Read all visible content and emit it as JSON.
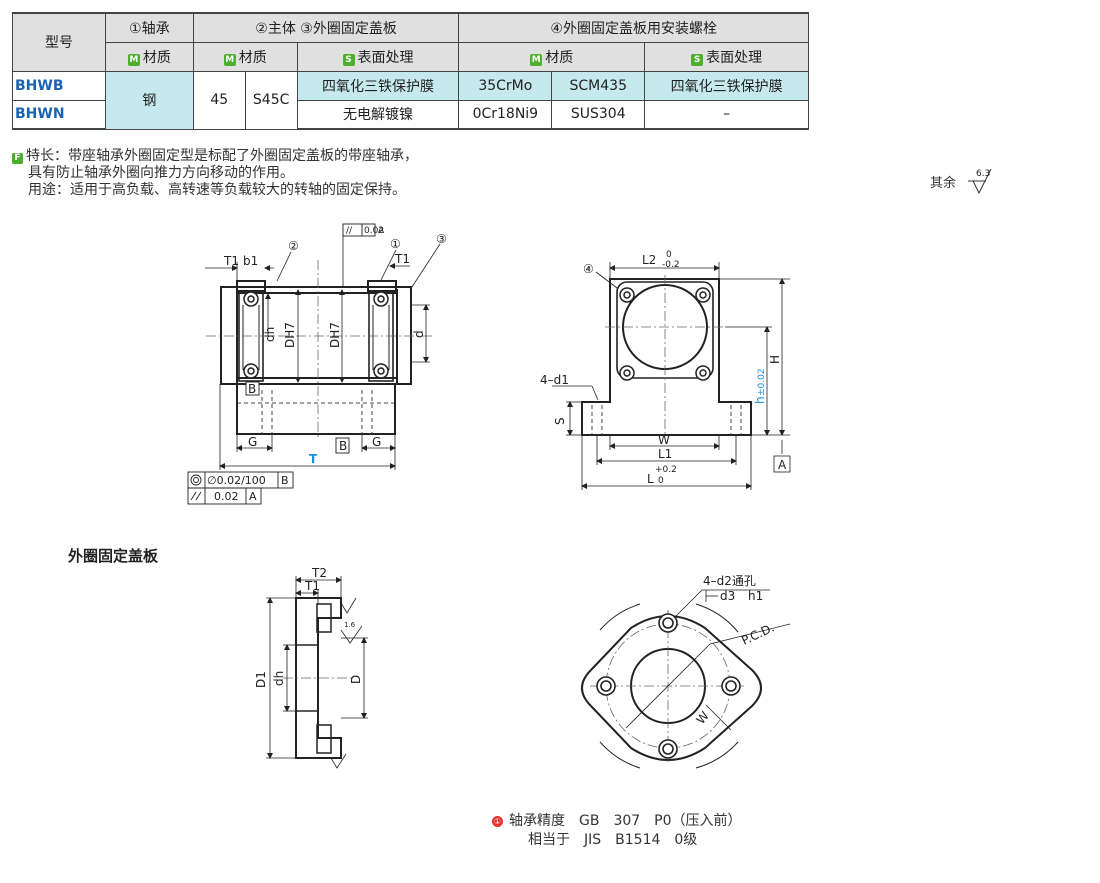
{
  "table": {
    "h_model": "型号",
    "h_bearing": "①轴承",
    "h_body_cover": "②主体 ③外圈固定盖板",
    "h_bolt": "④外圈固定盖板用安装螺栓",
    "m": "M",
    "s": "S",
    "material": "材质",
    "surface": "表面处理",
    "rows": [
      {
        "model": "BHWB",
        "bearing": "钢",
        "body_a": "45",
        "body_b": "S45C",
        "surface": "四氧化三铁保护膜",
        "bolt_a": "35CrMo",
        "bolt_b": "SCM435",
        "bolt_surface": "四氧化三铁保护膜"
      },
      {
        "model": "BHWN",
        "surface": "无电解镀镍",
        "bolt_a": "0Cr18Ni9",
        "bolt_b": "SUS304",
        "bolt_surface": "–"
      }
    ]
  },
  "notes": {
    "f_badge": "F",
    "line1": "特长：带座轴承外圈固定型是标配了外圈固定盖板的带座轴承，",
    "line2": "具有防止轴承外圈向推力方向移动的作用。",
    "line3": "用途：适用于高负载、高转速等负载较大的转轴的固定保持。"
  },
  "roughness": {
    "prefix": "其余",
    "value": "6.3"
  },
  "section_title": "外圈固定盖板",
  "precision": {
    "badge": "①",
    "line1": "轴承精度　GB　307　P0（压入前）",
    "line2": "相当于　JIS　B1514　0级"
  },
  "drawing": {
    "front": {
      "T1": "T1",
      "b1": "b1",
      "c2": "②",
      "c1": "①",
      "c3": "③",
      "T1r": "T1",
      "tol_flat": "0.02",
      "tol_ref_A": "A",
      "dh": "dh",
      "DH7a": "DH7",
      "DH7b": "DH7",
      "d": "d",
      "B": "B",
      "G1": "G",
      "G2": "G",
      "T": "T",
      "B_box": "B",
      "conc": "∅0.02/100",
      "conc_ref": "B",
      "par": "0.02",
      "par_ref": "A"
    },
    "side": {
      "c4": "④",
      "L2": "L2",
      "L2_tol_up": "0",
      "L2_tol_down": "-0.2",
      "d1": "4–d1",
      "S": "S",
      "H": "H",
      "h": "h",
      "h_tol": "±0.02",
      "W": "W",
      "L1": "L1",
      "L": "L",
      "L_tol_up": "+0.2",
      "L_tol_down": "0",
      "A": "A"
    },
    "cover_side": {
      "T2": "T2",
      "T1": "T1",
      "D1": "D1",
      "dh": "dh",
      "D": "D",
      "r1": "1.6"
    },
    "cover_front": {
      "d2": "4–d2通孔",
      "d3": "d3",
      "h1": "h1",
      "pcd": "P.C.D.",
      "W": "W"
    }
  }
}
